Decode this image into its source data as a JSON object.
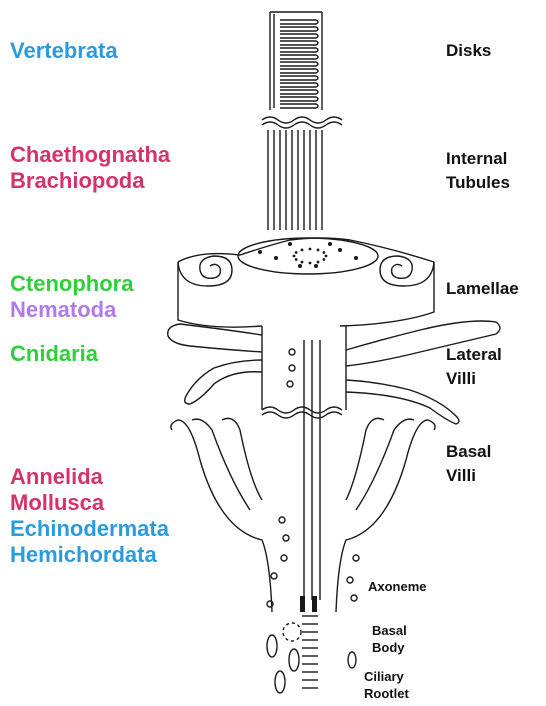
{
  "taxa": {
    "vertebrata": {
      "text": "Vertebrata",
      "color": "#2b9be0"
    },
    "chaethognatha": {
      "text": "Chaethognatha",
      "color": "#d6336c"
    },
    "brachiopoda": {
      "text": "Brachiopoda",
      "color": "#d6336c"
    },
    "ctenophora": {
      "text": "Ctenophora",
      "color": "#2fcf3a"
    },
    "nematoda": {
      "text": "Nematoda",
      "color": "#b07be8"
    },
    "cnidaria": {
      "text": "Cnidaria",
      "color": "#2fcf3a"
    },
    "annelida": {
      "text": "Annelida",
      "color": "#d6336c"
    },
    "mollusca": {
      "text": "Mollusca",
      "color": "#d6336c"
    },
    "echinodermata": {
      "text": "Echinodermata",
      "color": "#2b9be0"
    },
    "hemichordata": {
      "text": "Hemichordata",
      "color": "#2b9be0"
    }
  },
  "structures": {
    "disks": "Disks",
    "internal": "Internal",
    "tubules": "Tubules",
    "lamellae": "Lamellae",
    "lateral": "Lateral",
    "villi_lateral": "Villi",
    "basal": "Basal",
    "villi_basal": "Villi",
    "axoneme": "Axoneme",
    "basal_small": "Basal",
    "body": "Body",
    "ciliary": "Ciliary",
    "rootlet": "Rootlet"
  }
}
